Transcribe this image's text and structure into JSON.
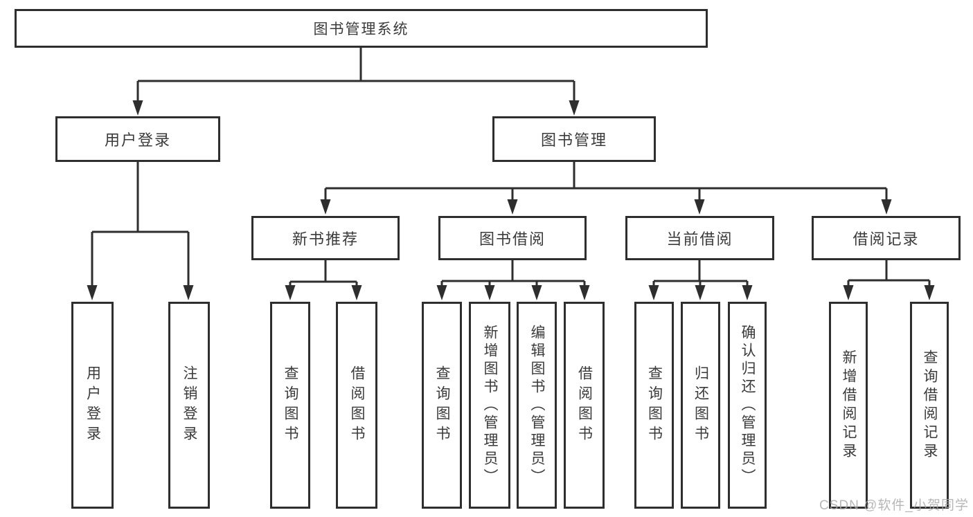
{
  "title": {
    "label": "图书管理系统"
  },
  "level2": {
    "user_login": {
      "label": "用户登录"
    },
    "book_mgmt": {
      "label": "图书管理"
    }
  },
  "level3": {
    "new_books": {
      "label": "新书推荐"
    },
    "book_borrow": {
      "label": "图书借阅"
    },
    "current_borrow": {
      "label": "当前借阅"
    },
    "borrow_records": {
      "label": "借阅记录"
    }
  },
  "leaves": {
    "user_login_leaf": {
      "label": "用户登录"
    },
    "logout": {
      "label": "注销登录"
    },
    "nb_query": {
      "label": "查询图书"
    },
    "nb_borrow": {
      "label": "借阅图书"
    },
    "bb_query": {
      "label": "查询图书"
    },
    "bb_add": {
      "label": "新增图书（管理员）"
    },
    "bb_edit": {
      "label": "编辑图书（管理员）"
    },
    "bb_borrow": {
      "label": "借阅图书"
    },
    "cb_query": {
      "label": "查询图书"
    },
    "cb_return": {
      "label": "归还图书"
    },
    "cb_confirm": {
      "label": "确认归还（管理员）"
    },
    "br_add": {
      "label": "新增借阅记录"
    },
    "br_query": {
      "label": "查询借阅记录"
    }
  },
  "watermark": {
    "text": "CSDN @软件_小贺同学"
  },
  "colors": {
    "line": "#2e2e2e",
    "text": "#3a3a3a",
    "watermark": "#aaaaaa"
  }
}
